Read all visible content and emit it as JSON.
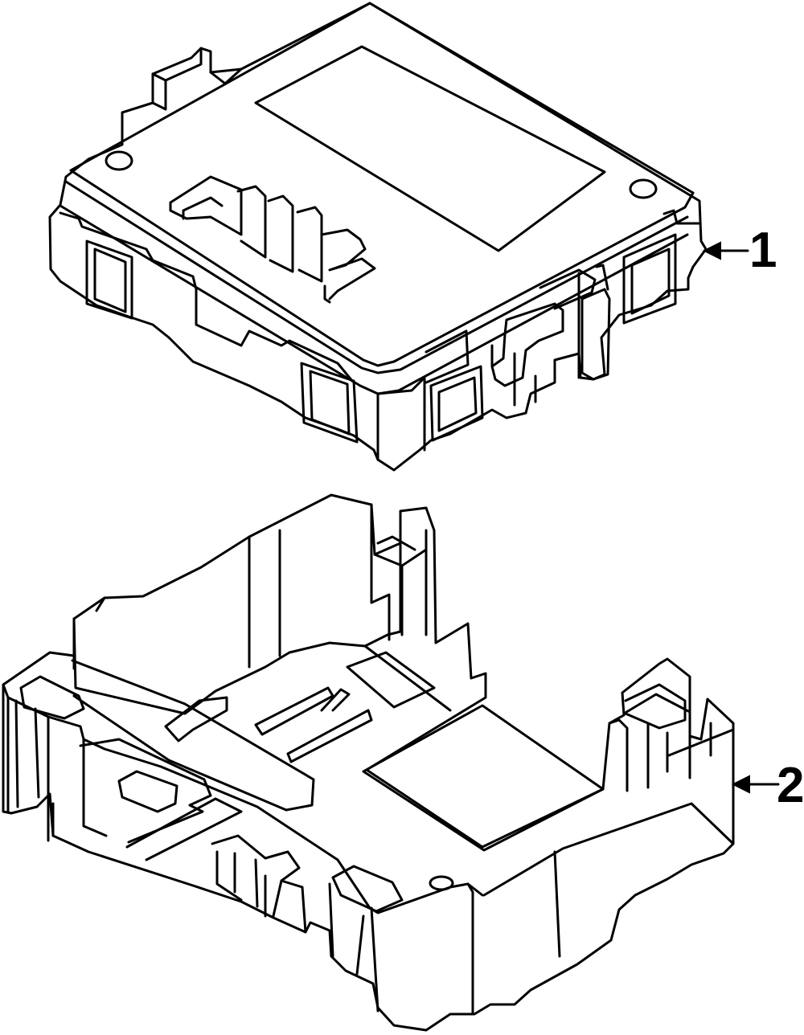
{
  "diagram": {
    "parts": [
      {
        "id": "module",
        "callout": "1"
      },
      {
        "id": "bracket",
        "callout": "2"
      }
    ],
    "line_color": "#000000",
    "background": "#ffffff"
  }
}
